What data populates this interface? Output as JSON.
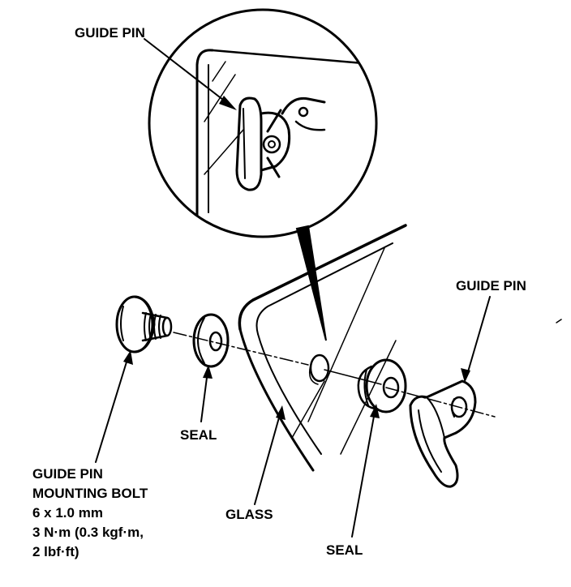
{
  "labels": {
    "guide_pin_top": "GUIDE PIN",
    "guide_pin_right": "GUIDE PIN",
    "seal_left": "SEAL",
    "seal_right": "SEAL",
    "glass": "GLASS",
    "bolt_lines": [
      "GUIDE PIN",
      "MOUNTING BOLT",
      "6 x 1.0 mm",
      "3 N·m (0.3 kgf·m,",
      "2 lbf·ft)"
    ]
  },
  "colors": {
    "ink": "#000000",
    "paper": "#ffffff"
  }
}
